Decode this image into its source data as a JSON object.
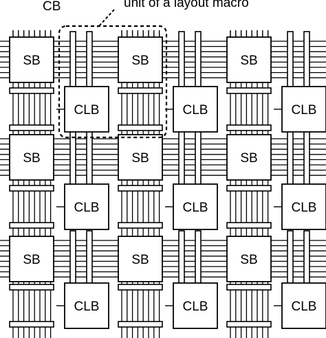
{
  "labels": {
    "cb_callout": "CB",
    "macro_callout": "unit of a layout macro",
    "switch_block": "SB",
    "logic_block": "CLB"
  },
  "grid": {
    "sb_rows": 3,
    "sb_cols": 3,
    "clb_rows": 3,
    "clb_cols": 3
  },
  "colors": {
    "stroke": "#000000",
    "fill": "#ffffff"
  }
}
